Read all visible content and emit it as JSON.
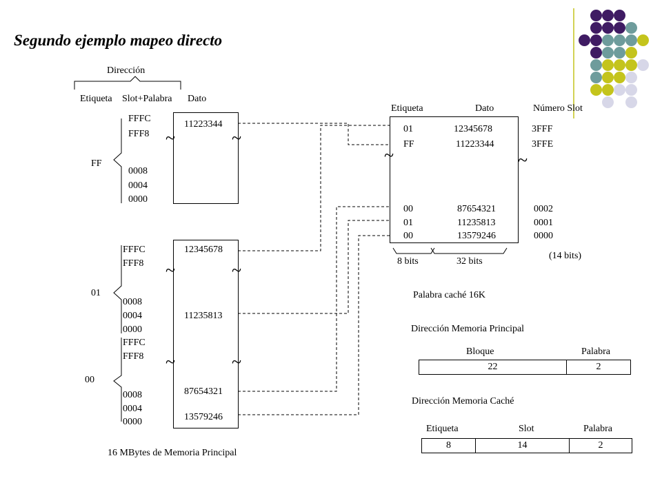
{
  "title": "Segundo ejemplo mapeo directo",
  "address_header": {
    "direccion": "Dirección",
    "etiqueta": "Etiqueta",
    "slot_palabra": "Slot+Palabra",
    "dato": "Dato"
  },
  "memory_blocks": [
    {
      "tag": "FF",
      "addresses": [
        "FFFC",
        "FFF8",
        "0008",
        "0004",
        "0000"
      ],
      "data_top": "11223344",
      "data_bottom": ""
    },
    {
      "tag": "01",
      "addresses": [
        "FFFC",
        "FFF8",
        "0008",
        "0004",
        "0000"
      ],
      "data_top": "12345678",
      "data_bottom": "11235813"
    },
    {
      "tag": "00",
      "addresses": [
        "FFFC",
        "FFF8",
        "0008",
        "0004",
        "0000"
      ],
      "data_top": "87654321",
      "data_bottom": "13579246"
    }
  ],
  "memory_caption": "16 MBytes de Memoria Principal",
  "cache": {
    "headers": {
      "etiqueta": "Etiqueta",
      "dato": "Dato",
      "numero_slot": "Número Slot"
    },
    "rows": [
      {
        "tag": "01",
        "data": "12345678",
        "slot": "3FFF"
      },
      {
        "tag": "FF",
        "data": "11223344",
        "slot": "3FFE"
      },
      {
        "tag": "00",
        "data": "87654321",
        "slot": "0002"
      },
      {
        "tag": "01",
        "data": "11235813",
        "slot": "0001"
      },
      {
        "tag": "00",
        "data": "13579246",
        "slot": "0000"
      }
    ],
    "bits_tag": "8 bits",
    "bits_data": "32 bits",
    "bits_slot": "(14 bits)",
    "caption": "Palabra caché 16K"
  },
  "main_memory_address": {
    "title": "Dirección Memoria Principal",
    "fields": [
      {
        "label": "Bloque",
        "value": "22"
      },
      {
        "label": "Palabra",
        "value": "2"
      }
    ]
  },
  "cache_address": {
    "title": "Dirección Memoria Caché",
    "fields": [
      {
        "label": "Etiqueta",
        "value": "8"
      },
      {
        "label": "Slot",
        "value": "14"
      },
      {
        "label": "Palabra",
        "value": "2"
      }
    ]
  },
  "tilde_symbol": "~",
  "colors": {
    "purple": "#3f1b63",
    "teal": "#6e9c9c",
    "olive": "#c4c41c",
    "lavender": "#d7d7e8",
    "line": "#c4c41c"
  }
}
